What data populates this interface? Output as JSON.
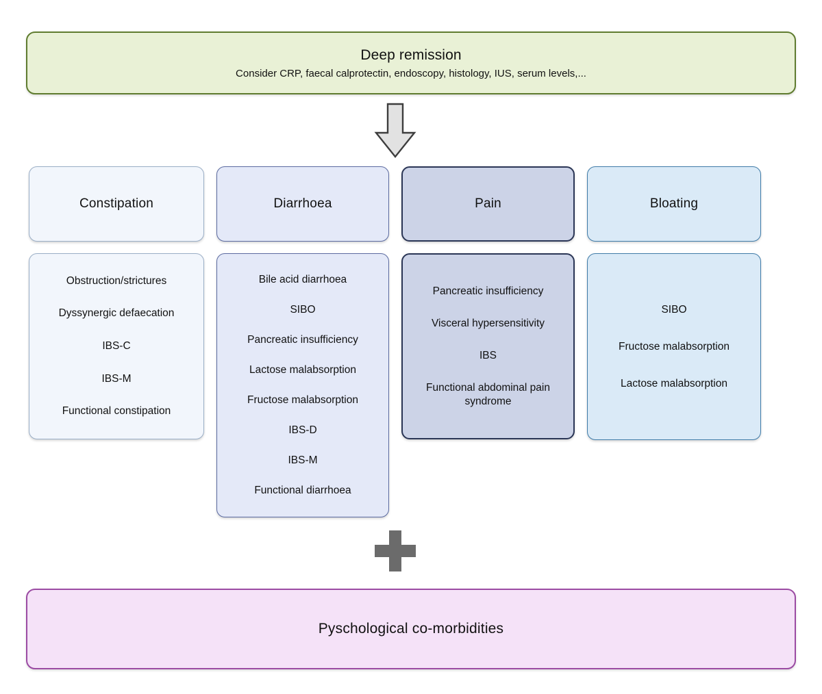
{
  "diagram": {
    "top_banner": {
      "title": "Deep remission",
      "subtitle": "Consider CRP, faecal calprotectin, endoscopy, histology, IUS, serum levels,...",
      "fill_color": "#e9f1d6",
      "border_color": "#5f7c2f"
    },
    "connector": {
      "icon": "down-arrow-icon",
      "fill_color": "#e0e0e0",
      "border_color": "#404040"
    },
    "columns": [
      {
        "key": "constipation",
        "header": "Constipation",
        "fill_color": "#f2f6fc",
        "border_color": "#9aaec6",
        "items": [
          "Obstruction/strictures",
          "Dyssynergic defaecation",
          "IBS-C",
          "IBS-M",
          "Functional constipation"
        ]
      },
      {
        "key": "diarrhoea",
        "header": "Diarrhoea",
        "fill_color": "#e4e9f8",
        "border_color": "#5b6aa0",
        "items": [
          "Bile acid diarrhoea",
          "SIBO",
          "Pancreatic insufficiency",
          "Lactose malabsorption",
          "Fructose malabsorption",
          "IBS-D",
          "IBS-M",
          "Functional diarrhoea"
        ]
      },
      {
        "key": "pain",
        "header": "Pain",
        "fill_color": "#ccd3e7",
        "border_color": "#2a3555",
        "items": [
          "Pancreatic insufficiency",
          "Visceral hypersensitivity",
          "IBS",
          "Functional abdominal pain syndrome"
        ]
      },
      {
        "key": "bloating",
        "header": "Bloating",
        "fill_color": "#daeaf7",
        "border_color": "#3f7ba8",
        "items": [
          "SIBO",
          "Fructose malabsorption",
          "Lactose malabsorption"
        ]
      }
    ],
    "combiner": {
      "icon": "plus-icon",
      "symbol": "+",
      "color": "#6b6b6b"
    },
    "bottom_banner": {
      "title": "Pyschological co-morbidities",
      "fill_color": "#f5e2f8",
      "border_color": "#9b4ba3"
    }
  }
}
